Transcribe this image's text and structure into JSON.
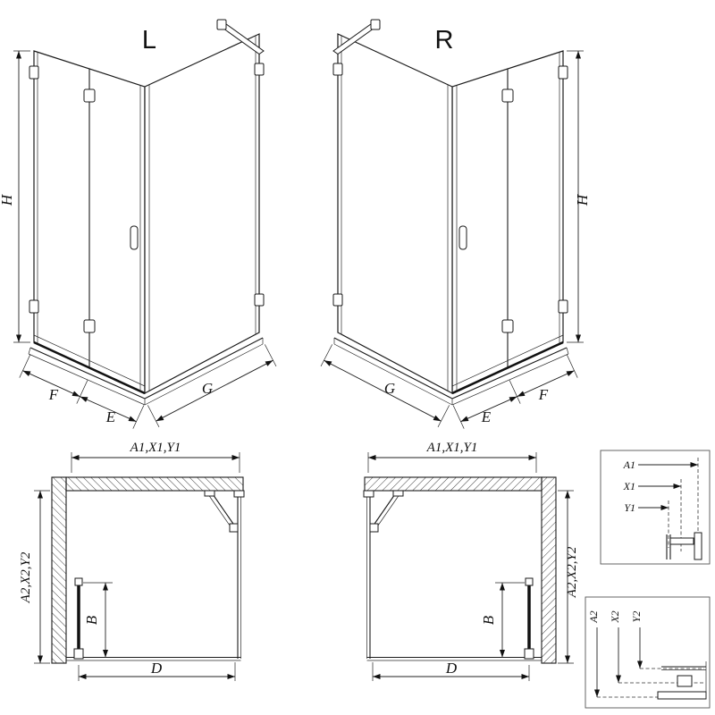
{
  "drawing": {
    "iso_left": {
      "variant": "L",
      "h": "H",
      "f": "F",
      "e": "E",
      "g": "G"
    },
    "iso_right": {
      "variant": "R",
      "h": "H",
      "f": "F",
      "e": "E",
      "g": "G"
    },
    "plan_left": {
      "top": "A1,X1,Y1",
      "side": "A2,X2,Y2",
      "b": "B",
      "d": "D"
    },
    "plan_right": {
      "top": "A1,X1,Y1",
      "side": "A2,X2,Y2",
      "b": "B",
      "d": "D"
    },
    "detail_h": {
      "a1": "A1",
      "x1": "X1",
      "y1": "Y1"
    },
    "detail_v": {
      "a2": "A2",
      "x2": "X2",
      "y2": "Y2"
    }
  }
}
